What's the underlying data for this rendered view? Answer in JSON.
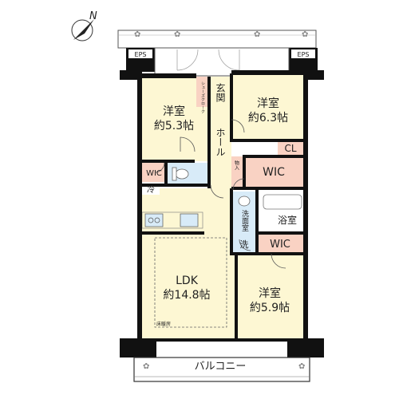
{
  "compass": {
    "label": "N"
  },
  "eps": [
    "EPS",
    "EPS"
  ],
  "rooms": {
    "western_left": {
      "name": "洋室",
      "size": "約5.3帖"
    },
    "western_right": {
      "name": "洋室",
      "size": "約6.3帖"
    },
    "western_bottom": {
      "name": "洋室",
      "size": "約5.9帖"
    },
    "ldk": {
      "name": "LDK",
      "size": "約14.8帖"
    }
  },
  "labels": {
    "entrance": "玄関",
    "shoe_closet": "シューズクローク",
    "hall": "ホール",
    "cl": "CL",
    "wic": "WIC",
    "fridge": "冷",
    "storage": "物入",
    "washroom": "洗面室",
    "wash": "洗",
    "bath": "浴室",
    "floor_heating": "床暖房",
    "balcony": "バルコニー"
  },
  "colors": {
    "room_fill": "#fdf7d3",
    "wic_fill": "#f9d2c3",
    "wet_fill": "#d8ebf8",
    "wall": "#111111"
  }
}
